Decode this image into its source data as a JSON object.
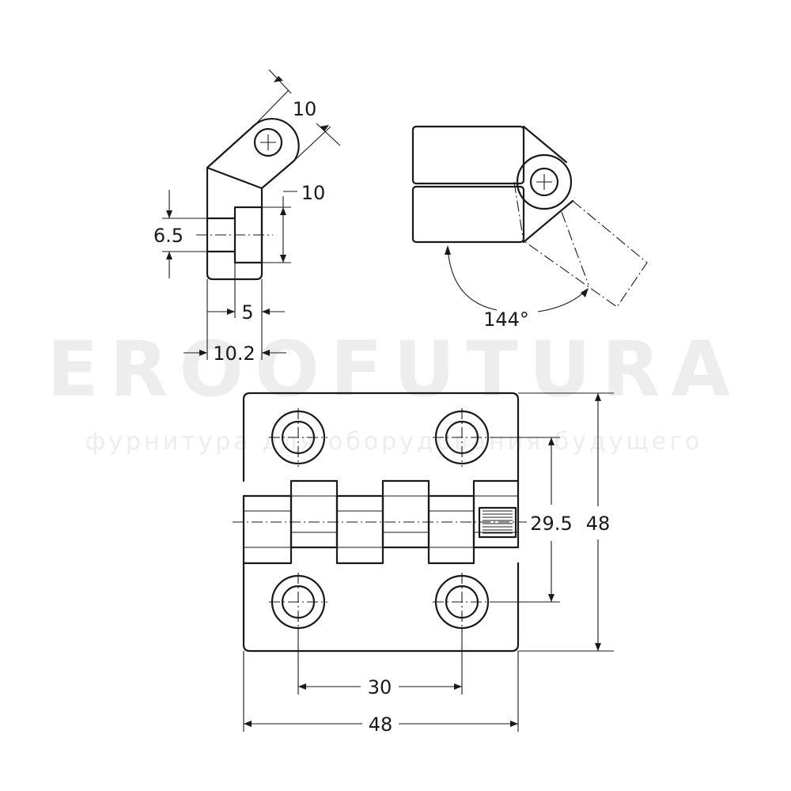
{
  "watermark": {
    "brand": "EROOFUTURA",
    "tagline": "фурнитура для оборудования будущего"
  },
  "dimensions": {
    "side_leaf_thickness": "10",
    "side_knuckle_offset": "10",
    "side_hole_height": "6.5",
    "side_step": "5",
    "side_total_depth": "10.2",
    "opening_angle": "144°",
    "front_hole_spacing_vertical": "29.5",
    "front_total_height": "48",
    "front_hole_spacing_horizontal": "30",
    "front_total_width": "48"
  }
}
